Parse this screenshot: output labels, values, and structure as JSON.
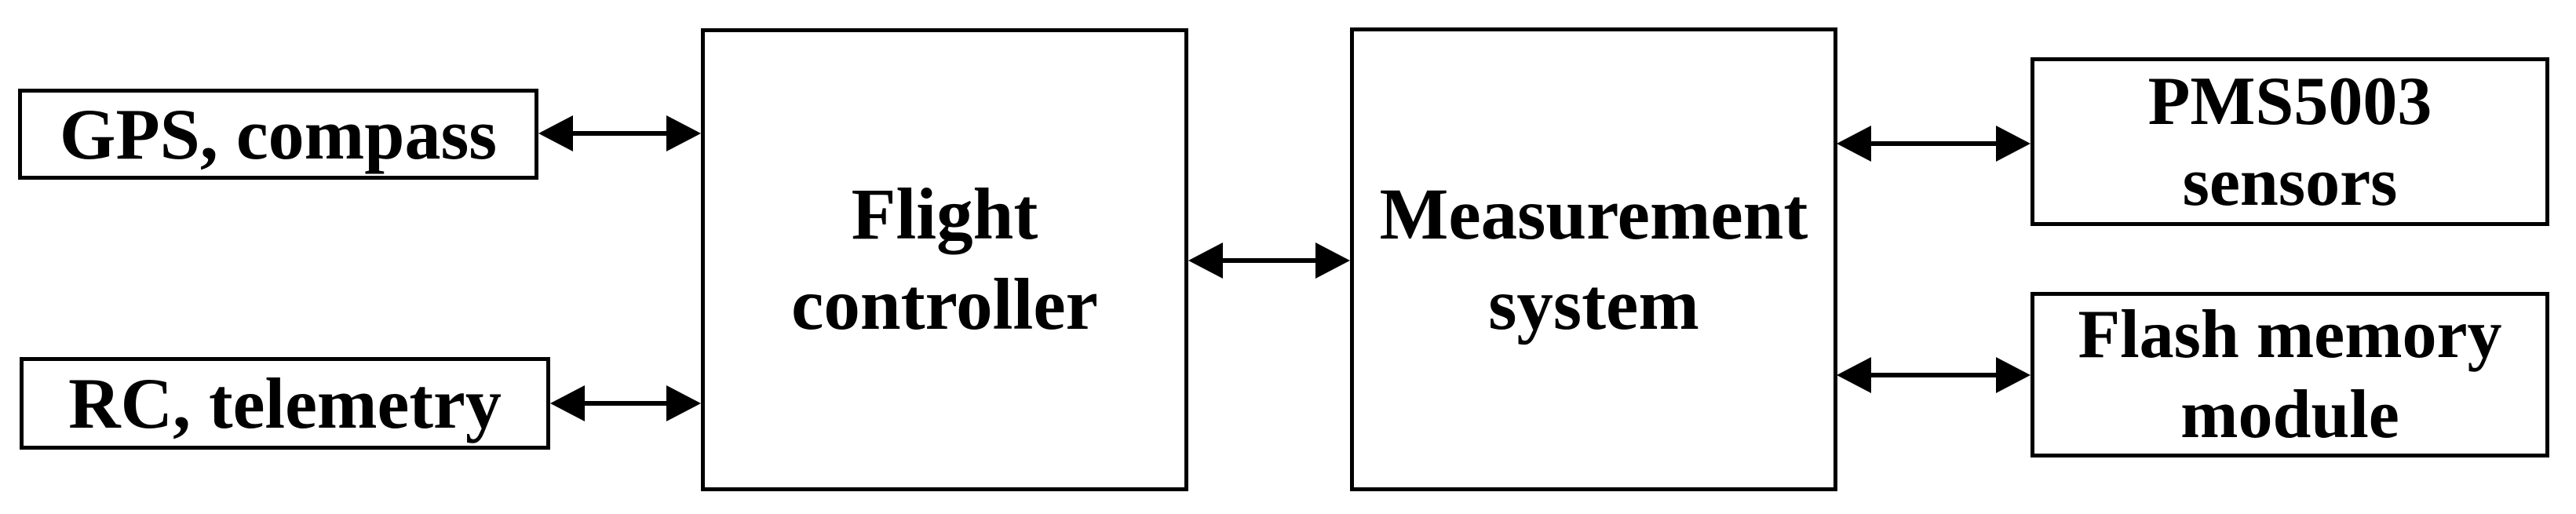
{
  "diagram": {
    "type": "block-diagram",
    "colors": {
      "stroke": "#000000",
      "fill": "#ffffff",
      "text": "#000000"
    },
    "nodes": [
      {
        "id": "gps-compass",
        "lines": [
          "GPS, compass"
        ]
      },
      {
        "id": "rc-telemetry",
        "lines": [
          "RC, telemetry"
        ]
      },
      {
        "id": "flight-controller",
        "lines": [
          "Flight",
          "controller"
        ]
      },
      {
        "id": "measurement-system",
        "lines": [
          "Measurement",
          "system"
        ]
      },
      {
        "id": "pms5003-sensors",
        "lines": [
          "PMS5003",
          "sensors"
        ]
      },
      {
        "id": "flash-memory-module",
        "lines": [
          "Flash memory",
          "module"
        ]
      }
    ],
    "connections": [
      {
        "from": "gps-compass",
        "to": "flight-controller",
        "style": "double-arrow"
      },
      {
        "from": "rc-telemetry",
        "to": "flight-controller",
        "style": "double-arrow"
      },
      {
        "from": "flight-controller",
        "to": "measurement-system",
        "style": "double-arrow"
      },
      {
        "from": "measurement-system",
        "to": "pms5003-sensors",
        "style": "double-arrow"
      },
      {
        "from": "measurement-system",
        "to": "flash-memory-module",
        "style": "double-arrow"
      }
    ]
  }
}
